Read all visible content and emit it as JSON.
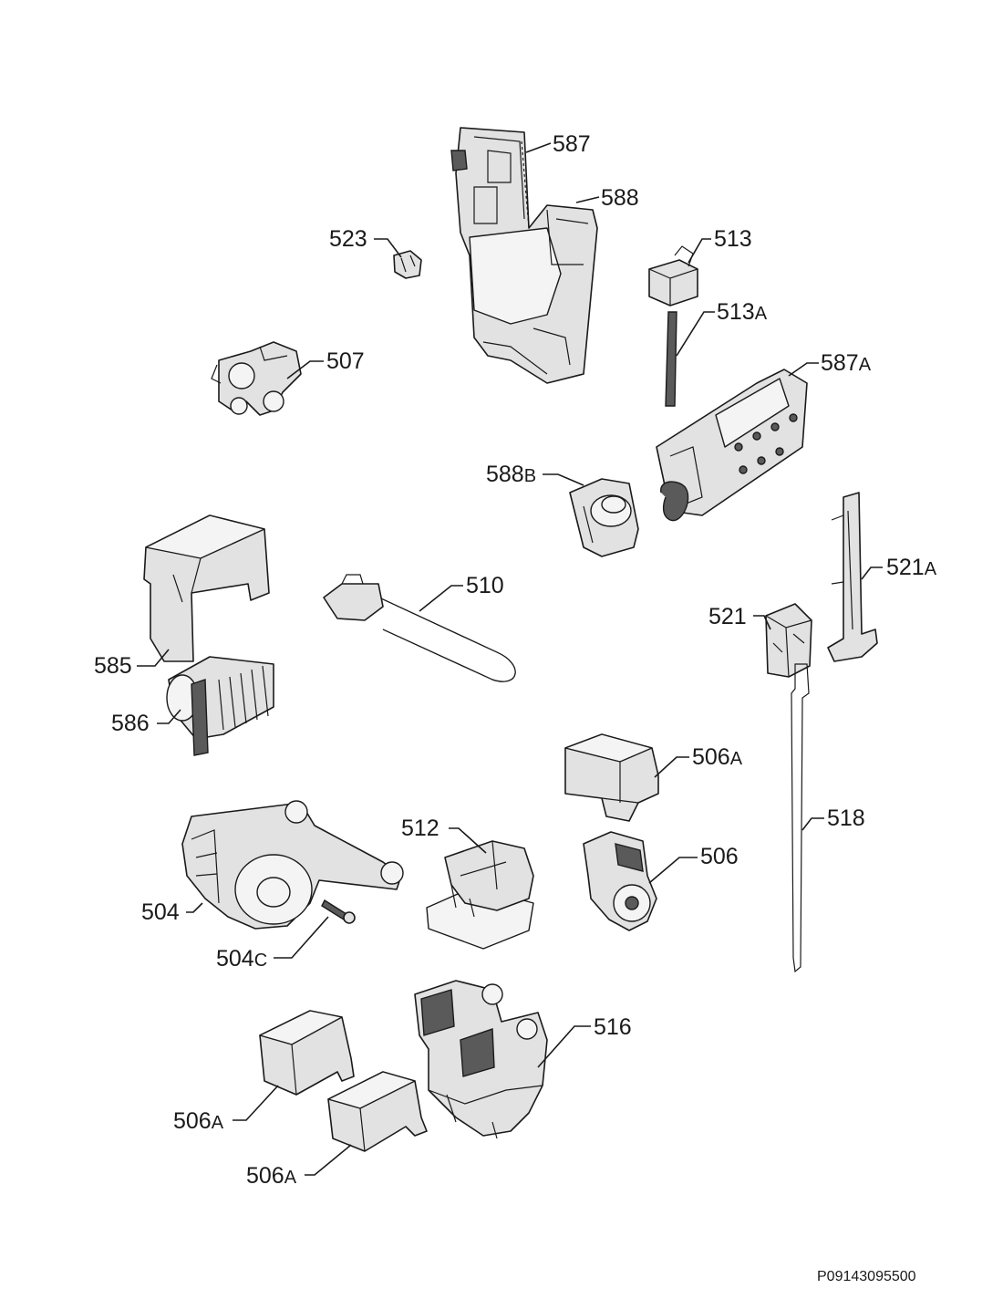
{
  "diagram_code": "P09143095500",
  "labels": [
    {
      "id": "587",
      "main": "587",
      "suffix": ""
    },
    {
      "id": "588",
      "main": "588",
      "suffix": ""
    },
    {
      "id": "523",
      "main": "523",
      "suffix": ""
    },
    {
      "id": "513",
      "main": "513",
      "suffix": ""
    },
    {
      "id": "513A",
      "main": "513",
      "suffix": "A"
    },
    {
      "id": "507",
      "main": "507",
      "suffix": ""
    },
    {
      "id": "587A",
      "main": "587",
      "suffix": "A"
    },
    {
      "id": "588B",
      "main": "588",
      "suffix": "B"
    },
    {
      "id": "521A",
      "main": "521",
      "suffix": "A"
    },
    {
      "id": "510",
      "main": "510",
      "suffix": ""
    },
    {
      "id": "521",
      "main": "521",
      "suffix": ""
    },
    {
      "id": "585",
      "main": "585",
      "suffix": ""
    },
    {
      "id": "586",
      "main": "586",
      "suffix": ""
    },
    {
      "id": "506A-1",
      "main": "506",
      "suffix": "A"
    },
    {
      "id": "518",
      "main": "518",
      "suffix": ""
    },
    {
      "id": "512",
      "main": "512",
      "suffix": ""
    },
    {
      "id": "506",
      "main": "506",
      "suffix": ""
    },
    {
      "id": "504",
      "main": "504",
      "suffix": ""
    },
    {
      "id": "504C",
      "main": "504",
      "suffix": "C"
    },
    {
      "id": "516",
      "main": "516",
      "suffix": ""
    },
    {
      "id": "506A-2",
      "main": "506",
      "suffix": "A"
    },
    {
      "id": "506A-3",
      "main": "506",
      "suffix": "A"
    }
  ]
}
